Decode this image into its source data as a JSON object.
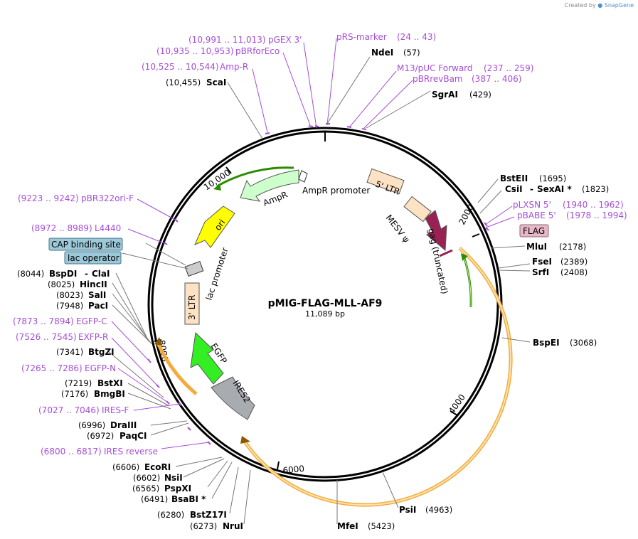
{
  "credit": {
    "prefix": "Created by",
    "brand": "SnapGene"
  },
  "plasmid": {
    "name": "pMIG-FLAG-MLL-AF9",
    "size_label": "11,089 bp",
    "total_bp": 11089
  },
  "colors": {
    "backbone": "#000000",
    "primer": "#a64dd6",
    "orange_region": "#f5a623",
    "green_arrow": "#2a8c00"
  },
  "ticks": [
    "2000",
    "4000",
    "6000",
    "8000",
    "10,000"
  ],
  "enzymes": [
    {
      "name": "NdeI",
      "pos": "(57)"
    },
    {
      "name": "SgrAI",
      "pos": "(429)"
    },
    {
      "name": "BstEII",
      "pos": "(1695)"
    },
    {
      "name": "CsiI",
      "mid": "-",
      "name2": "SexAI *",
      "pos": "(1823)"
    },
    {
      "name": "MluI",
      "pos": "(2178)"
    },
    {
      "name": "FseI",
      "pos": "(2389)"
    },
    {
      "name": "SrfI",
      "pos": "(2408)"
    },
    {
      "name": "BspEI",
      "pos": "(3068)"
    },
    {
      "name": "PsiI",
      "pos": "(4963)"
    },
    {
      "name": "MfeI",
      "pos": "(5423)"
    },
    {
      "name": "NruI",
      "pos": "(6273)"
    },
    {
      "name": "BstZ17I",
      "pos": "(6280)"
    },
    {
      "name": "BsaBI *",
      "pos": "(6491)"
    },
    {
      "name": "PspXI",
      "pos": "(6565)"
    },
    {
      "name": "NsiI",
      "pos": "(6602)"
    },
    {
      "name": "EcoRI",
      "pos": "(6606)"
    },
    {
      "name": "PaqCI",
      "pos": "(6972)"
    },
    {
      "name": "DraIII",
      "pos": "(6996)"
    },
    {
      "name": "BmgBI",
      "pos": "(7176)"
    },
    {
      "name": "BstXI",
      "pos": "(7219)"
    },
    {
      "name": "BtgZI",
      "pos": "(7341)"
    },
    {
      "name": "PacI",
      "pos": "(7948)"
    },
    {
      "name": "SalI",
      "pos": "(8023)"
    },
    {
      "name": "HincII",
      "pos": "(8025)"
    },
    {
      "name": "BspDI",
      "mid": "-",
      "name2": "ClaI",
      "pos": "(8044)"
    },
    {
      "name": "ScaI",
      "pos": "(10,455)"
    }
  ],
  "primers": [
    {
      "range": "(10,991 .. 11,013)",
      "name": "pGEX 3'"
    },
    {
      "range": "(10,935 .. 10,953)",
      "name": "pBRforEco"
    },
    {
      "range": "(10,525 .. 10,544)",
      "name": "Amp-R"
    },
    {
      "name": "pRS-marker",
      "range": "(24 .. 43)"
    },
    {
      "name": "M13/pUC Forward",
      "range": "(237 .. 259)"
    },
    {
      "name": "pBRrevBam",
      "range": "(387 .. 406)"
    },
    {
      "name": "pLXSN 5'",
      "range": "(1940 .. 1962)"
    },
    {
      "name": "pBABE 5'",
      "range": "(1978 .. 1994)"
    },
    {
      "range": "(9223 .. 9242)",
      "name": "pBR322ori-F"
    },
    {
      "range": "(8972 .. 8989)",
      "name": "L4440"
    },
    {
      "range": "(7873 .. 7894)",
      "name": "EGFP-C"
    },
    {
      "range": "(7526 .. 7545)",
      "name": "EXFP-R"
    },
    {
      "range": "(7265 .. 7286)",
      "name": "EGFP-N"
    },
    {
      "range": "(7027 .. 7046)",
      "name": "IRES-F"
    },
    {
      "range": "(6800 .. 6817)",
      "name": "IRES reverse"
    }
  ],
  "boxed_features": [
    {
      "name": "FLAG"
    },
    {
      "name": "CAP binding site"
    },
    {
      "name": "lac operator"
    }
  ],
  "features": [
    {
      "name": "AmpR promoter"
    },
    {
      "name": "AmpR"
    },
    {
      "name": "ori"
    },
    {
      "name": "lac promoter"
    },
    {
      "name": "3' LTR"
    },
    {
      "name": "EGFP"
    },
    {
      "name": "IRES2"
    },
    {
      "name": "5' LTR"
    },
    {
      "name": "MESV ψ"
    },
    {
      "name": "gag (truncated)"
    }
  ]
}
